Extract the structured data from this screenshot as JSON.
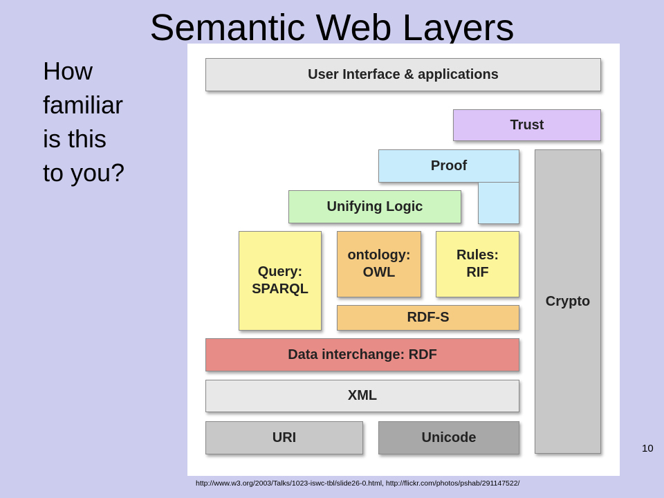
{
  "slide": {
    "title": "Semantic Web Layers",
    "question": "How\nfamiliar\nis this\nto you?",
    "page_number": "10",
    "source_credit": "http://www.w3.org/2003/Talks/1023-iswc-tbl/slide26-0.html,  http://flickr.com/photos/pshab/291147522/"
  },
  "diagram": {
    "layers": {
      "user_interface": {
        "label": "User Interface & applications",
        "color": "#e6e6e6"
      },
      "trust": {
        "label": "Trust",
        "color": "#ddc4f8"
      },
      "proof": {
        "label": "Proof",
        "color": "#c8ecfb"
      },
      "unifying_logic": {
        "label": "Unifying Logic",
        "color": "#ccf5c0"
      },
      "query": {
        "label": "Query:\nSPARQL",
        "color": "#fcf59a"
      },
      "ontology": {
        "label": "ontology:\nOWL",
        "color": "#f6cc82"
      },
      "rules": {
        "label": "Rules:\nRIF",
        "color": "#fcf59a"
      },
      "rdfs": {
        "label": "RDF-S",
        "color": "#f6cc82"
      },
      "rdf": {
        "label": "Data interchange: RDF",
        "color": "#e88c88"
      },
      "xml": {
        "label": "XML",
        "color": "#e8e8e8"
      },
      "uri": {
        "label": "URI",
        "color": "#c8c8c8"
      },
      "unicode": {
        "label": "Unicode",
        "color": "#a8a8a8"
      },
      "crypto": {
        "label": "Crypto",
        "color": "#c8c8c8"
      }
    }
  }
}
